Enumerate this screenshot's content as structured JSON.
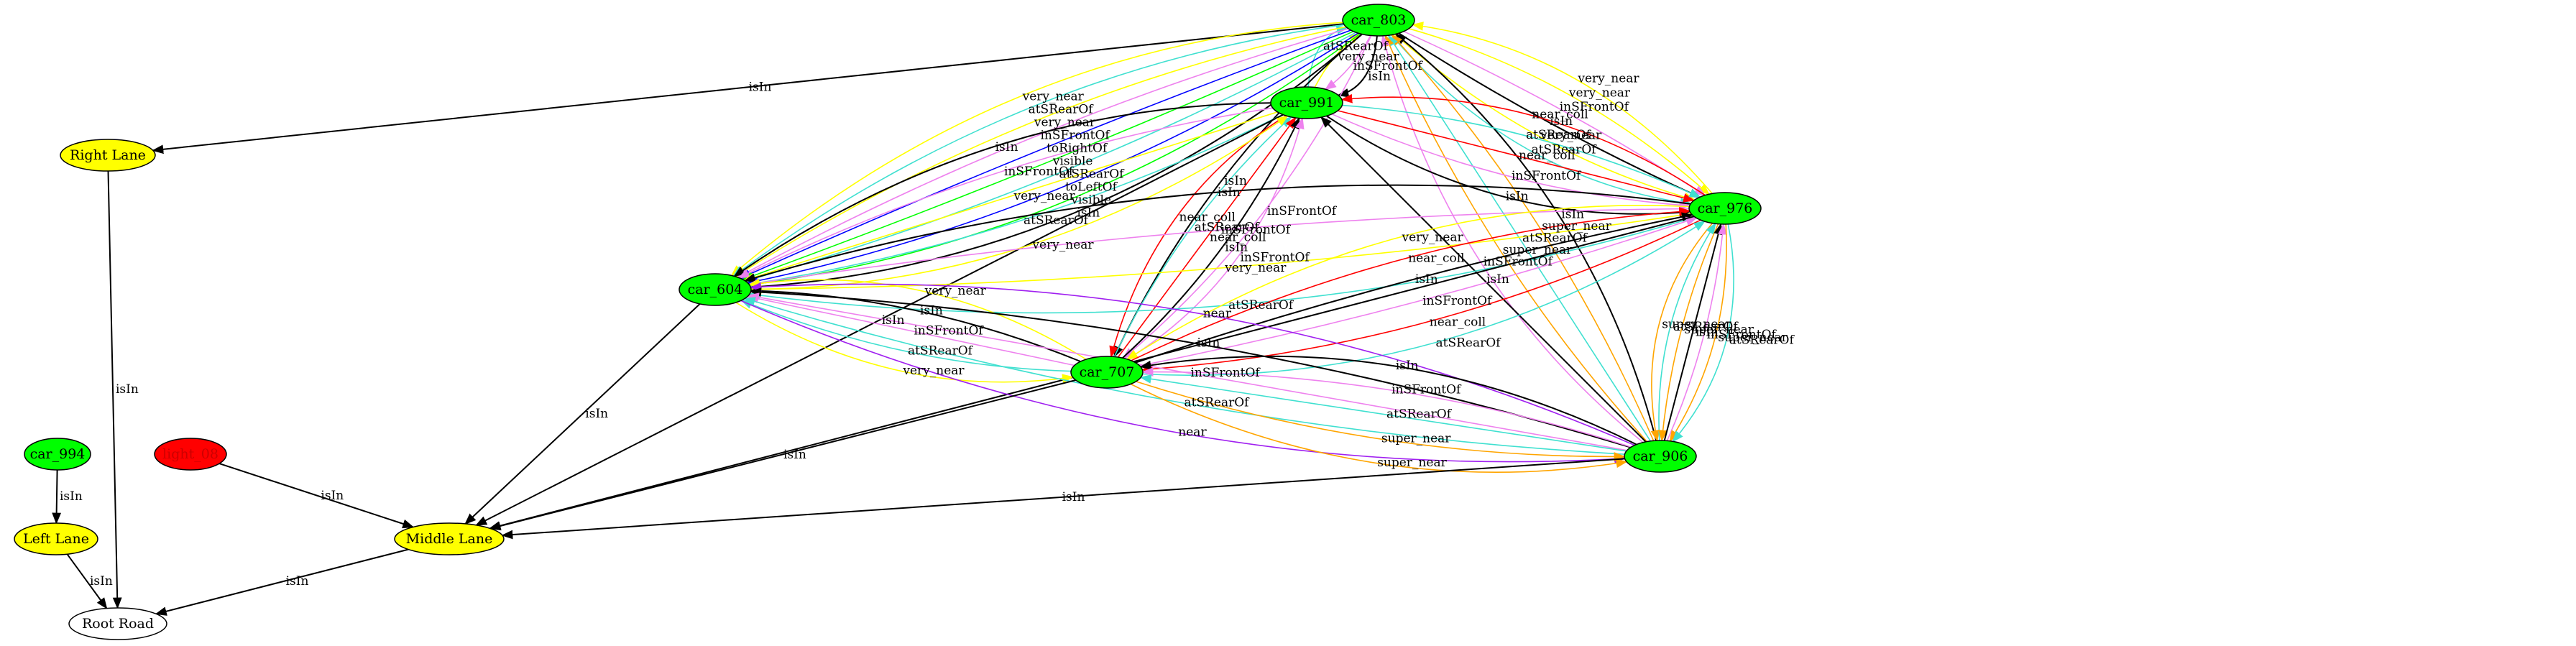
{
  "colors": {
    "vehicle": "#00ff00",
    "lane": "#ffff00",
    "road": "#ffffff",
    "signal": "#ff0000",
    "black": "#000000",
    "yellow": "#ffff00",
    "green": "#00ff00",
    "turquoise": "#40e0d0",
    "violet": "#ee82ee",
    "blue": "#0000ff",
    "red": "#ff0000",
    "orange": "#ffa500",
    "purple": "#a020f0"
  },
  "nodes": [
    {
      "id": "car_803",
      "label": "car_803",
      "kind": "vehicle"
    },
    {
      "id": "car_991",
      "label": "car_991",
      "kind": "vehicle"
    },
    {
      "id": "car_976",
      "label": "car_976",
      "kind": "vehicle"
    },
    {
      "id": "car_604",
      "label": "car_604",
      "kind": "vehicle"
    },
    {
      "id": "car_707",
      "label": "car_707",
      "kind": "vehicle"
    },
    {
      "id": "car_906",
      "label": "car_906",
      "kind": "vehicle"
    },
    {
      "id": "car_994",
      "label": "car_994",
      "kind": "vehicle"
    },
    {
      "id": "right_lane",
      "label": "Right Lane",
      "kind": "lane"
    },
    {
      "id": "middle_lane",
      "label": "Middle Lane",
      "kind": "lane"
    },
    {
      "id": "left_lane",
      "label": "Left Lane",
      "kind": "lane"
    },
    {
      "id": "root_road",
      "label": "Root Road",
      "kind": "road"
    },
    {
      "id": "light",
      "label": "light_08",
      "kind": "signal"
    }
  ],
  "edges": [
    {
      "from": "car_803",
      "to": "right_lane",
      "label": "isIn",
      "color": "black"
    },
    {
      "from": "right_lane",
      "to": "root_road",
      "label": "isIn",
      "color": "black"
    },
    {
      "from": "car_994",
      "to": "left_lane",
      "label": "isIn",
      "color": "black"
    },
    {
      "from": "left_lane",
      "to": "root_road",
      "label": "isIn",
      "color": "black"
    },
    {
      "from": "middle_lane",
      "to": "root_road",
      "label": "isIn",
      "color": "black"
    },
    {
      "from": "light",
      "to": "middle_lane",
      "label": "isIn",
      "color": "black"
    },
    {
      "from": "car_803",
      "to": "car_991",
      "label": "isIn",
      "color": "black"
    },
    {
      "from": "car_803",
      "to": "car_991",
      "label": "inSFrontOf",
      "color": "violet"
    },
    {
      "from": "car_991",
      "to": "car_803",
      "label": "very_near",
      "color": "yellow"
    },
    {
      "from": "car_991",
      "to": "car_803",
      "label": "atSRearOf",
      "color": "turquoise"
    },
    {
      "from": "car_976",
      "to": "car_803",
      "label": "very_near",
      "color": "yellow"
    },
    {
      "from": "car_803",
      "to": "car_976",
      "label": "very_near",
      "color": "yellow"
    },
    {
      "from": "car_803",
      "to": "car_976",
      "label": "inSFrontOf",
      "color": "violet"
    },
    {
      "from": "car_803",
      "to": "car_976",
      "label": "isIn",
      "color": "black"
    },
    {
      "from": "car_803",
      "to": "car_976",
      "label": "very_near",
      "color": "yellow"
    },
    {
      "from": "car_803",
      "to": "car_976",
      "label": "atSRearOf",
      "color": "turquoise"
    },
    {
      "from": "car_803",
      "to": "car_604",
      "label": "very_near",
      "color": "yellow"
    },
    {
      "from": "car_803",
      "to": "car_604",
      "label": "atSRearOf",
      "color": "turquoise"
    },
    {
      "from": "car_803",
      "to": "car_604",
      "label": "very_near",
      "color": "yellow"
    },
    {
      "from": "car_803",
      "to": "car_604",
      "label": "inSFrontOf",
      "color": "violet"
    },
    {
      "from": "car_803",
      "to": "car_604",
      "label": "toRightOf",
      "color": "blue"
    },
    {
      "from": "car_803",
      "to": "car_604",
      "label": "visible",
      "color": "green"
    },
    {
      "from": "car_803",
      "to": "car_604",
      "label": "atSRearOf",
      "color": "turquoise"
    },
    {
      "from": "car_803",
      "to": "car_604",
      "label": "toLeftOf",
      "color": "blue"
    },
    {
      "from": "car_803",
      "to": "car_604",
      "label": "visible",
      "color": "green"
    },
    {
      "from": "car_803",
      "to": "car_604",
      "label": "isIn",
      "color": "black"
    },
    {
      "from": "car_803",
      "to": "car_707",
      "label": "isIn",
      "color": "black"
    },
    {
      "from": "car_803",
      "to": "car_707",
      "label": "inSFrontOf",
      "color": "violet"
    },
    {
      "from": "car_906",
      "to": "car_803",
      "label": "isIn",
      "color": "black"
    },
    {
      "from": "car_906",
      "to": "car_803",
      "label": "super_near",
      "color": "orange"
    },
    {
      "from": "car_906",
      "to": "car_803",
      "label": "atSRearOf",
      "color": "turquoise"
    },
    {
      "from": "car_906",
      "to": "car_803",
      "label": "super_near",
      "color": "orange"
    },
    {
      "from": "car_906",
      "to": "car_803",
      "label": "inSFrontOf",
      "color": "violet"
    },
    {
      "from": "car_991",
      "to": "car_604",
      "label": "isIn",
      "color": "black"
    },
    {
      "from": "car_991",
      "to": "car_604",
      "label": "inSFrontOf",
      "color": "violet"
    },
    {
      "from": "car_991",
      "to": "car_604",
      "label": "very_near",
      "color": "yellow"
    },
    {
      "from": "car_991",
      "to": "car_604",
      "label": "atSRearOf",
      "color": "turquoise"
    },
    {
      "from": "car_991",
      "to": "middle_lane",
      "label": "isIn",
      "color": "black"
    },
    {
      "from": "car_991",
      "to": "car_976",
      "label": "isIn",
      "color": "black"
    },
    {
      "from": "car_991",
      "to": "car_976",
      "label": "inSFrontOf",
      "color": "violet"
    },
    {
      "from": "car_991",
      "to": "car_976",
      "label": "near_coll",
      "color": "red"
    },
    {
      "from": "car_991",
      "to": "car_976",
      "label": "atSRearOf",
      "color": "turquoise"
    },
    {
      "from": "car_976",
      "to": "car_991",
      "label": "near_coll",
      "color": "red"
    },
    {
      "from": "car_991",
      "to": "car_707",
      "label": "near_coll",
      "color": "red"
    },
    {
      "from": "car_707",
      "to": "car_991",
      "label": "atSRearOf",
      "color": "turquoise"
    },
    {
      "from": "car_707",
      "to": "car_991",
      "label": "near_coll",
      "color": "red"
    },
    {
      "from": "car_707",
      "to": "car_991",
      "label": "isIn",
      "color": "black"
    },
    {
      "from": "car_707",
      "to": "car_991",
      "label": "inSFrontOf",
      "color": "violet"
    },
    {
      "from": "car_604",
      "to": "car_991",
      "label": "very_near",
      "color": "yellow"
    },
    {
      "from": "car_906",
      "to": "car_991",
      "label": "isIn",
      "color": "black"
    },
    {
      "from": "car_976",
      "to": "car_604",
      "label": "isIn",
      "color": "black"
    },
    {
      "from": "car_976",
      "to": "car_604",
      "label": "inSFrontOf",
      "color": "violet"
    },
    {
      "from": "car_976",
      "to": "car_604",
      "label": "very_near",
      "color": "yellow"
    },
    {
      "from": "car_976",
      "to": "car_604",
      "label": "atSRearOf",
      "color": "turquoise"
    },
    {
      "from": "car_976",
      "to": "car_707",
      "label": "very_near",
      "color": "yellow"
    },
    {
      "from": "car_707",
      "to": "car_976",
      "label": "near_coll",
      "color": "red"
    },
    {
      "from": "car_707",
      "to": "car_976",
      "label": "isIn",
      "color": "black"
    },
    {
      "from": "car_707",
      "to": "car_976",
      "label": "inSFrontOf",
      "color": "violet"
    },
    {
      "from": "car_976",
      "to": "car_707",
      "label": "near_coll",
      "color": "red"
    },
    {
      "from": "car_707",
      "to": "car_976",
      "label": "atSRearOf",
      "color": "turquoise"
    },
    {
      "from": "car_976",
      "to": "car_906",
      "label": "super_near",
      "color": "orange"
    },
    {
      "from": "car_906",
      "to": "car_976",
      "label": "atSRearOf",
      "color": "turquoise"
    },
    {
      "from": "car_976",
      "to": "car_906",
      "label": "super_near",
      "color": "orange"
    },
    {
      "from": "car_906",
      "to": "car_976",
      "label": "isIn",
      "color": "black"
    },
    {
      "from": "car_906",
      "to": "car_976",
      "label": "inSFrontOf",
      "color": "violet"
    },
    {
      "from": "car_976",
      "to": "car_906",
      "label": "super_near",
      "color": "orange"
    },
    {
      "from": "car_976",
      "to": "car_906",
      "label": "atSRearOf",
      "color": "turquoise"
    },
    {
      "from": "car_976",
      "to": "middle_lane",
      "label": "isIn",
      "color": "black"
    },
    {
      "from": "car_604",
      "to": "middle_lane",
      "label": "isIn",
      "color": "black"
    },
    {
      "from": "car_707",
      "to": "car_604",
      "label": "very_near",
      "color": "yellow"
    },
    {
      "from": "car_707",
      "to": "car_604",
      "label": "isIn",
      "color": "black"
    },
    {
      "from": "car_707",
      "to": "car_604",
      "label": "inSFrontOf",
      "color": "violet"
    },
    {
      "from": "car_707",
      "to": "car_604",
      "label": "atSRearOf",
      "color": "turquoise"
    },
    {
      "from": "car_604",
      "to": "car_707",
      "label": "very_near",
      "color": "yellow"
    },
    {
      "from": "car_906",
      "to": "car_604",
      "label": "near",
      "color": "purple"
    },
    {
      "from": "car_906",
      "to": "car_604",
      "label": "isIn",
      "color": "black"
    },
    {
      "from": "car_906",
      "to": "car_604",
      "label": "inSFrontOf",
      "color": "violet"
    },
    {
      "from": "car_906",
      "to": "car_604",
      "label": "atSRearOf",
      "color": "turquoise"
    },
    {
      "from": "car_604",
      "to": "car_906",
      "label": "near",
      "color": "purple"
    },
    {
      "from": "car_707",
      "to": "middle_lane",
      "label": "isIn",
      "color": "black"
    },
    {
      "from": "car_906",
      "to": "car_707",
      "label": "isIn",
      "color": "black"
    },
    {
      "from": "car_906",
      "to": "car_707",
      "label": "inSFrontOf",
      "color": "violet"
    },
    {
      "from": "car_906",
      "to": "car_707",
      "label": "atSRearOf",
      "color": "turquoise"
    },
    {
      "from": "car_707",
      "to": "car_906",
      "label": "super_near",
      "color": "orange"
    },
    {
      "from": "car_707",
      "to": "car_906",
      "label": "super_near",
      "color": "orange"
    },
    {
      "from": "car_906",
      "to": "middle_lane",
      "label": "isIn",
      "color": "black"
    }
  ]
}
